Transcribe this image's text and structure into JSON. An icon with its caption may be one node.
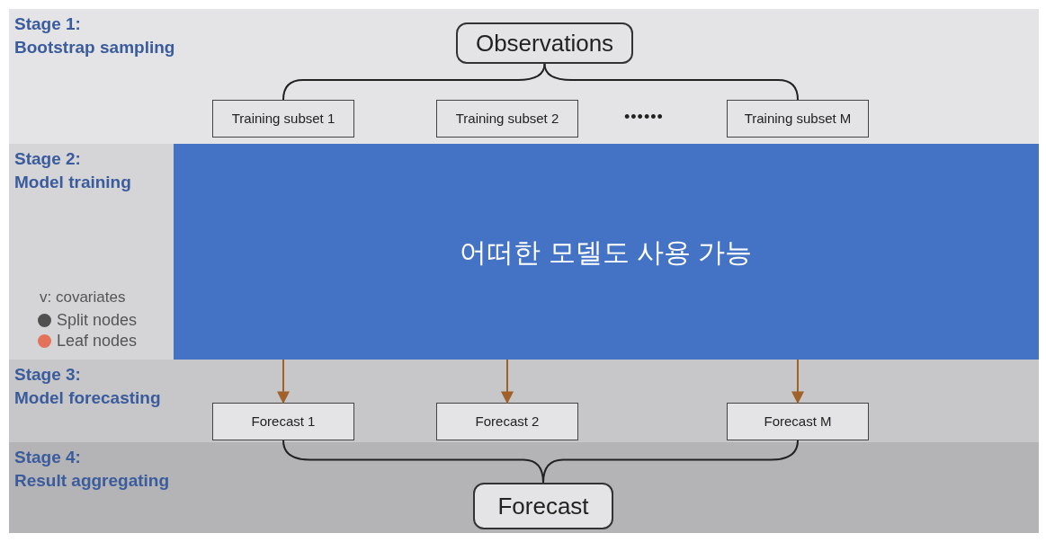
{
  "diagram": {
    "nodes": [
      {
        "text": [
          "Stage 1:",
          "Bootstrap sampling"
        ]
      },
      {
        "text": [
          "Stage 2:",
          "Model training"
        ]
      },
      {
        "text": [
          "Stage 3:",
          "Model forecasting"
        ]
      },
      {
        "text": [
          "Stage 4:",
          "Result aggregating"
        ]
      },
      {
        "text": [
          "Observations"
        ],
        "in": 0
      },
      {
        "text": [
          "Training subset 1"
        ],
        "in": 0
      },
      {
        "text": [
          "Training subset 2"
        ],
        "in": 0
      },
      {
        "text": [
          "Training subset M"
        ],
        "in": 0
      },
      {
        "text": [
          "어떠한 모델도 사용 가능"
        ],
        "in": 1
      },
      {
        "text": [
          "Forecast 1"
        ],
        "in": 2
      },
      {
        "text": [
          "Forecast 2"
        ],
        "in": 2
      },
      {
        "text": [
          "Forecast M"
        ],
        "in": 2
      },
      {
        "text": [
          "Forecast"
        ],
        "in": 3
      }
    ],
    "edges": [
      {
        "from": 4,
        "to": 5,
        "arrow": "none"
      },
      {
        "from": 4,
        "to": 7,
        "arrow": "none"
      },
      {
        "from": 8,
        "to": 9,
        "arrow": "to",
        "color": "#a0622a"
      },
      {
        "from": 8,
        "to": 10,
        "arrow": "to",
        "color": "#a0622a"
      },
      {
        "from": 8,
        "to": 11,
        "arrow": "to",
        "color": "#a0622a"
      },
      {
        "from": 9,
        "to": 12,
        "arrow": "none"
      },
      {
        "from": 11,
        "to": 12,
        "arrow": "none"
      }
    ],
    "labels": [
      "••••••",
      "v: covariates"
    ],
    "legend": [
      {
        "text": "Split nodes",
        "color": "#505050"
      },
      {
        "text": "Leaf nodes",
        "color": "#e2735a"
      }
    ]
  }
}
